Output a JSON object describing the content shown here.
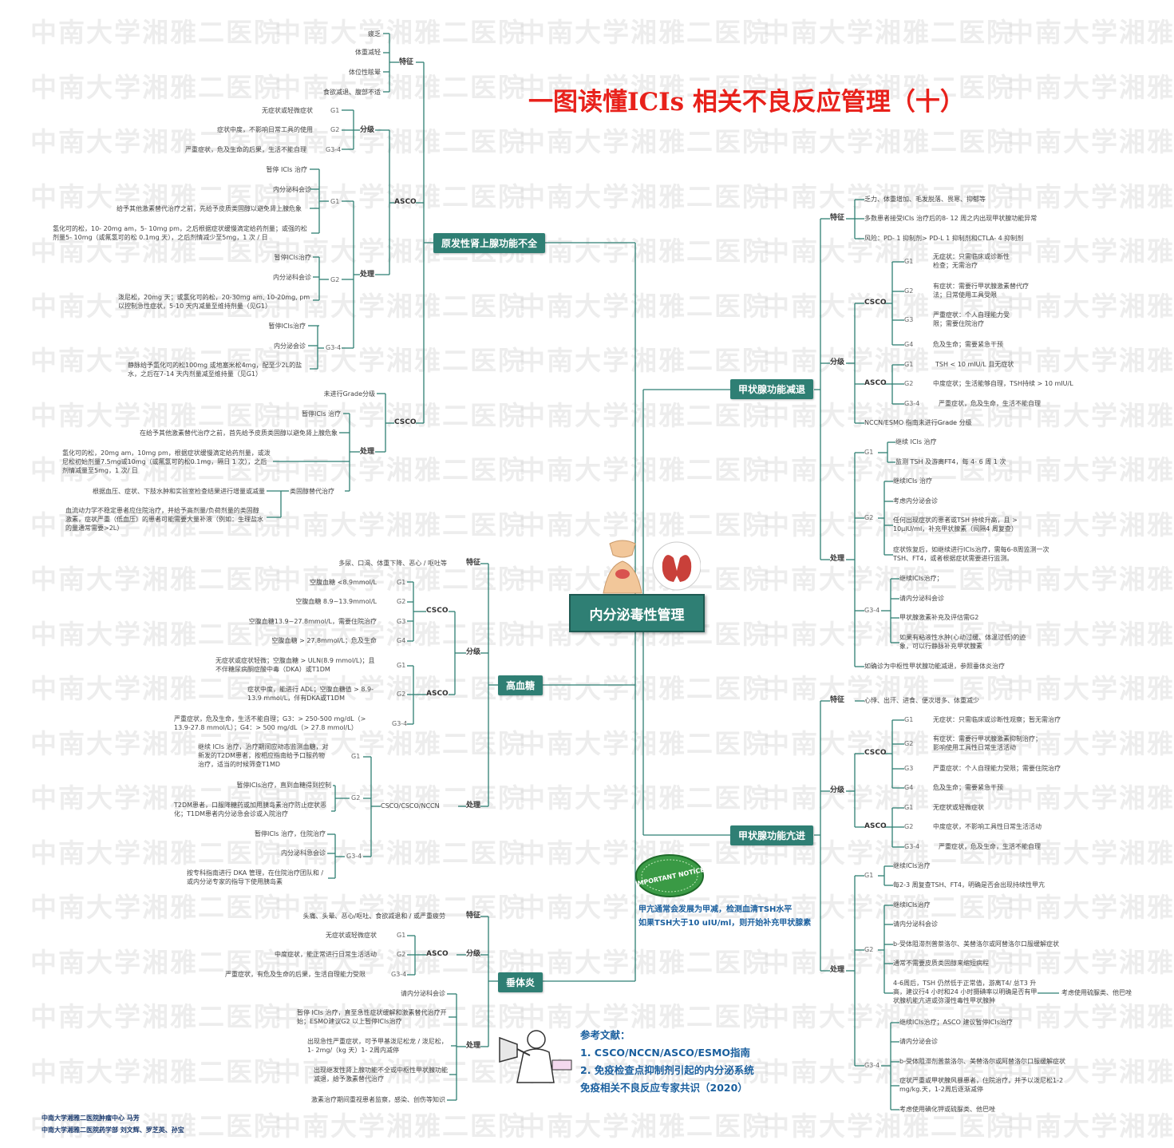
{
  "watermark": "中南大学湘雅二医院",
  "title": "一图读懂ICIs 相关不良反应管理（十）",
  "center": "内分泌毒性管理",
  "branches": {
    "adrenal": "原发性肾上腺功能不全",
    "hypothyroid": "甲状腺功能减退",
    "hyperglycemia": "高血糖",
    "hyperthyroid": "甲状腺功能亢进",
    "pituitary": "垂体炎"
  },
  "adrenal": {
    "feature_label": "特征",
    "features": [
      "疲乏",
      "体重减轻",
      "体位性眩晕",
      "食欲减退、腹部不适"
    ],
    "asco": "ASCO",
    "grade_label": "分级",
    "grading": [
      {
        "desc": "无症状或轻微症状",
        "g": "G1"
      },
      {
        "desc": "症状中度，不影响日常工具的使用",
        "g": "G2"
      },
      {
        "desc": "严重症状，危及生命的后果，生活不能自理",
        "g": "G3-4"
      }
    ],
    "treat_label": "处理",
    "g1": "G1",
    "g2": "G2",
    "g34": "G3-4",
    "g1_items": [
      "暂停 ICIs 治疗",
      "内分泌科会诊",
      "给予其他激素替代治疗之前，先给予皮质类固醇以避免肾上腺危象",
      "氢化可的松，10- 20mg am，5- 10mg pm，之后根据症状缓慢滴定给药剂量；或强的松剂量5- 10mg（或氟氢可的松 0.1mg 天），之后剂情减少至5mg，1 次 / 日"
    ],
    "g2_items": [
      "暂停ICIs治疗",
      "内分泌科会诊",
      "泼尼松，20mg 天；或氢化可的松，20-30mg am, 10-20mg, pm 以控制急性症状，5-10 天内减量至维持剂量（见G1）"
    ],
    "g34_items": [
      "暂停ICIs治疗",
      "内分泌会诊",
      "静脉给予氢化可的松100mg 或地塞米松4mg，配至少2L的盐水，之后在7-14 天内剂量减至维持量（见G1）"
    ],
    "csco": "CSCO",
    "csco_grade": "未进行Grade分级",
    "csco_treat_label": "处理",
    "csco_items": [
      "暂停ICIs 治疗",
      "在给予其他激素替代治疗之前，首先给予皮质类固醇以避免肾上腺危象",
      "氢化可的松，20mg am，10mg pm，根据症状缓慢滴定给药剂量，或泼尼松初始剂量7.5mg或10mg（或氟氢可的松0.1mg，隔日 1 次），之后剂情减量至5mg，1 次/ 日"
    ],
    "steroid_label": "类固醇替代治疗",
    "steroid_items": [
      "根据血压、症状、下肢水肿和实验室检查结果进行增量或减量",
      "血流动力学不稳定患者应住院治疗，并给予高剂量/负荷剂量的类固醇激素，症状严重（低血压）的患者可能需要大量补液（例如：生理盐水的量通常需要>2L）"
    ]
  },
  "hyperglycemia": {
    "feature_label": "特征",
    "features": "多尿、口渴、体重下降、恶心 / 呕吐等",
    "grade_label": "分级",
    "csco": "CSCO",
    "csco_grades": [
      {
        "desc": "空腹血糖 <8.9mmol/L",
        "g": "G1"
      },
      {
        "desc": "空腹血糖 8.9~13.9mmol/L",
        "g": "G2"
      },
      {
        "desc": "空腹血糖13.9~27.8mmol/L，需要住院治疗",
        "g": "G3"
      },
      {
        "desc": "空腹血糖 > 27.8mmol/L；危及生命",
        "g": "G4"
      }
    ],
    "asco": "ASCO",
    "asco_grades": [
      {
        "desc": "无症状或症状轻微；空腹血糖 > ULN(8.9 mmol/L)；且不伴糖尿病酮症酸中毒（DKA）或T1DM",
        "g": "G1"
      },
      {
        "desc": "症状中度，能进行 ADL；空腹血糖值 > 8.9-13.9 mmol/L，伴有DKA或T1DM",
        "g": "G2"
      },
      {
        "desc": "严重症状，危及生命，生活不能自理；G3：> 250-500 mg/dL（> 13.9-27.8 mmol/L）；G4：> 500 mg/dL（> 27.8 mmol/L）",
        "g": "G3-4"
      }
    ],
    "treat_label": "处理",
    "treat_src": "CSCO/CSCO/NCCN",
    "g1": "G1",
    "g1_text": "继续 ICIs 治疗，治疗期间应动态监测血糖，对新发的T2DM患者，按相应指南给予口服药物治疗，适当的时候筛查T1MD",
    "g2": "G2",
    "g2_items": [
      "暂停ICIs治疗，直到血糖得到控制",
      "T2DM患者，口服降糖药或加用胰岛素治疗防止症状恶化；T1DM患者内分泌急会诊或入院治疗"
    ],
    "g34": "G3-4",
    "g34_items": [
      "暂停ICIs 治疗，住院治疗",
      "内分泌科急会诊",
      "按专科指南进行 DKA 管理，在住院治疗团队和 / 或内分泌专家的指导下使用胰岛素"
    ]
  },
  "pituitary": {
    "feature_label": "特征",
    "features": "头痛、头晕、恶心/呕吐、食欲减退和 / 或严重疲劳",
    "grade_label": "分级",
    "asco": "ASCO",
    "grades": [
      {
        "desc": "无症状或轻微症状",
        "g": "G1"
      },
      {
        "desc": "中度症状，能正常进行日常生活活动",
        "g": "G2"
      },
      {
        "desc": "严重症状，有危及生命的后果，生活自理能力受限",
        "g": "G3-4"
      }
    ],
    "treat_label": "处理",
    "treat_items": [
      "请内分泌科会诊",
      "暂停 ICIs 治疗，直至急性症状缓解和激素替代治疗开始；ESMO建议G2 以上暂停ICIs治疗",
      "出现急性严重症状，可予甲基泼尼松龙 / 泼尼松，1- 2mg/（kg 天）1- 2周内减停",
      "出现继发性肾上腺功能不全或中枢性甲状腺功能减退，给予激素替代治疗",
      "激素治疗期间重视患者监察，感染、创伤等知识"
    ]
  },
  "hypothyroid": {
    "feature_label": "特征",
    "features": [
      "乏力、体重增加、毛发脱落、畏寒、抑郁等",
      "多数患者接受ICIs 治疗后的8- 12 周之内出现甲状腺功能异常",
      "风险：PD- 1 抑制剂> PD-L 1 抑制剂和CTLA- 4 抑制剂"
    ],
    "grade_label": "分级",
    "csco": "CSCO",
    "csco_grades": [
      {
        "g": "G1",
        "desc": "无症状：只需临床或诊断性检查；无需治疗"
      },
      {
        "g": "G2",
        "desc": "有症状：需要行甲状腺激素替代疗法；日常使用工具受限"
      },
      {
        "g": "G3",
        "desc": "严重症状：个人自理能力受限；需要住院治疗"
      },
      {
        "g": "G4",
        "desc": "危及生命；需要紧急干预"
      }
    ],
    "asco": "ASCO",
    "asco_grades": [
      {
        "g": "G1",
        "desc": "TSH < 10 mIU/L 且无症状"
      },
      {
        "g": "G2",
        "desc": "中度症状；生活能够自理，TSH持续 > 10 mIU/L"
      },
      {
        "g": "G3-4",
        "desc": "严重症状，危及生命，生活不能自理"
      }
    ],
    "nccn": "NCCN/ESMO 指南未进行Grade 分级",
    "treat_label": "处理",
    "g1": "G1",
    "g1_items": [
      "继续 ICIs 治疗",
      "监测 TSH 及游离FT4，每 4- 6 周 1 次"
    ],
    "g2": "G2",
    "g2_items": [
      "继续ICIs 治疗",
      "考虑内分泌会诊",
      "任何出现症状的患者或TSH 持续升高，且 > 10μIU/ml，补充甲状腺素（间隔4 周复查）",
      "症状恢复后，如继续进行ICIs治疗，需每6-8周监测一次TSH、FT4，或者根据症状需要进行监测。"
    ],
    "g34": "G3-4",
    "g34_items": [
      "继续ICIs治疗；",
      "请内分泌科会诊",
      "甲状腺激素补充及评估需G2",
      "如果有粘液性水肿(心动过缓、体温过低)的迹象，可以行静脉补充甲状腺素"
    ],
    "central": "如确诊为中枢性甲状腺功能减退，参照垂体炎治疗"
  },
  "hyperthyroid": {
    "feature_label": "特征",
    "features": "心悸、出汗、进食、便次增多、体重减少",
    "grade_label": "分级",
    "csco": "CSCO",
    "csco_grades": [
      {
        "g": "G1",
        "desc": "无症状：只需临床或诊断性观察；暂无需治疗"
      },
      {
        "g": "G2",
        "desc": "有症状：需要行甲状腺激素抑制治疗；影响使用工具性日常生活活动"
      },
      {
        "g": "G3",
        "desc": "严重症状：个人自理能力受限；需要住院治疗"
      },
      {
        "g": "G4",
        "desc": "危及生命；需要紧急干预"
      }
    ],
    "asco": "ASCO",
    "asco_grades": [
      {
        "g": "G1",
        "desc": "无症状或轻微症状"
      },
      {
        "g": "G2",
        "desc": "中度症状，不影响工具性日常生活活动"
      },
      {
        "g": "G3-4",
        "desc": "严重症状，危及生命，生活不能自理"
      }
    ],
    "treat_label": "处理",
    "g1": "G1",
    "g1_items": [
      "继续ICIs治疗",
      "每2-3 周复查TSH、FT4，明确是否会出现持续性甲亢"
    ],
    "g2": "G2",
    "g2_items": [
      "继续ICIs治疗",
      "请内分泌科会诊",
      "b-受体阻滞剂普萘洛尔、美替洛尔或阿替洛尔口服缓解症状",
      "通常不需要皮质类固醇来缩短病程",
      "4-6周后，TSH 仍然低于正常值，游离T4/ 总T3 升高，建议行4 小时和24 小时摄碘率以明确是否有甲状腺机能亢进或弥漫性毒性甲状腺肿"
    ],
    "g2_side": "考虑使用硫脲类、他巴唑",
    "g34": "G3-4",
    "g34_items": [
      "继续ICIs治疗；ASCO 建议暂停ICIs治疗",
      "请内分泌会诊",
      "b-受体阻滞剂普萘洛尔、美替洛尔或阿替洛尔口服缓解症状",
      "症状严重或甲状腺风暴患者，住院治疗，并予以泼尼松1-2 mg/kg.天，1-2周后逐渐减停",
      "考虑使用碘化钾或硫脲类、他巴唑"
    ]
  },
  "notice_badge": "IMPORTANT NOTICE",
  "notice": [
    "甲亢通常会发展为甲减，检测血清TSH水平",
    "如果TSH大于10 uIU/ml，则开始补充甲状腺素"
  ],
  "refs": [
    "参考文献：",
    "1. CSCO/NCCN/ASCO/ESMO指南",
    "2. 免疫检查点抑制剂引起的内分泌系统",
    "免疫相关不良反应专家共识（2020）"
  ],
  "footer": [
    "中南大学湘雅二医院肿瘤中心 马芳",
    "中南大学湘雅二医院药学部 刘文辉、罗芝英、孙宝"
  ],
  "colors": {
    "branch": "#2f7f74",
    "title": "#e8211b",
    "accent": "#1a5f9e",
    "line": "#2f7f74"
  }
}
